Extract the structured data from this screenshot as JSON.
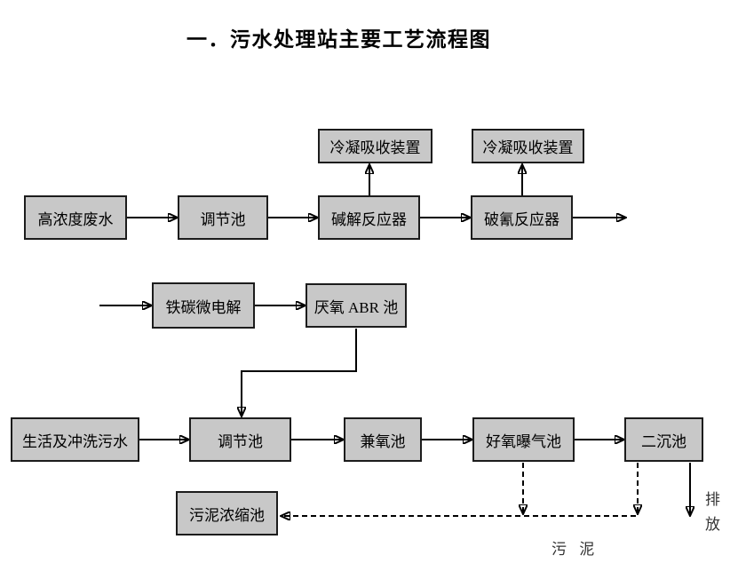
{
  "title": "一．污水处理站主要工艺流程图",
  "colors": {
    "box_fill": "#c8c8c8",
    "box_border": "#1c1c1c",
    "line": "#000000",
    "background": "#ffffff"
  },
  "diagram": {
    "nodes": {
      "high_concentration_wastewater": {
        "label": "高浓度废水"
      },
      "regulation_pool_top": {
        "label": "调节池"
      },
      "alkaline_hydrolysis_reactor": {
        "label": "碱解反应器"
      },
      "condensation_absorber_left": {
        "label": "冷凝吸收装置"
      },
      "cyanide_breaking_reactor": {
        "label": "破氰反应器"
      },
      "condensation_absorber_right": {
        "label": "冷凝吸收装置"
      },
      "iron_carbon_micro_electrolysis": {
        "label": "铁碳微电解"
      },
      "anaerobic_abr_pool": {
        "label": "厌氧 ABR 池"
      },
      "domestic_flushing_sewage": {
        "label": "生活及冲洗污水"
      },
      "regulation_pool_bottom": {
        "label": "调节池"
      },
      "facultative_pool": {
        "label": "兼氧池"
      },
      "aerobic_aeration_pool": {
        "label": "好氧曝气池"
      },
      "secondary_sedimentation_pool": {
        "label": "二沉池"
      },
      "sludge_thickening_pool": {
        "label": "污泥浓缩池"
      }
    },
    "annotations": {
      "discharge": "排放",
      "sludge": "污 泥"
    }
  }
}
